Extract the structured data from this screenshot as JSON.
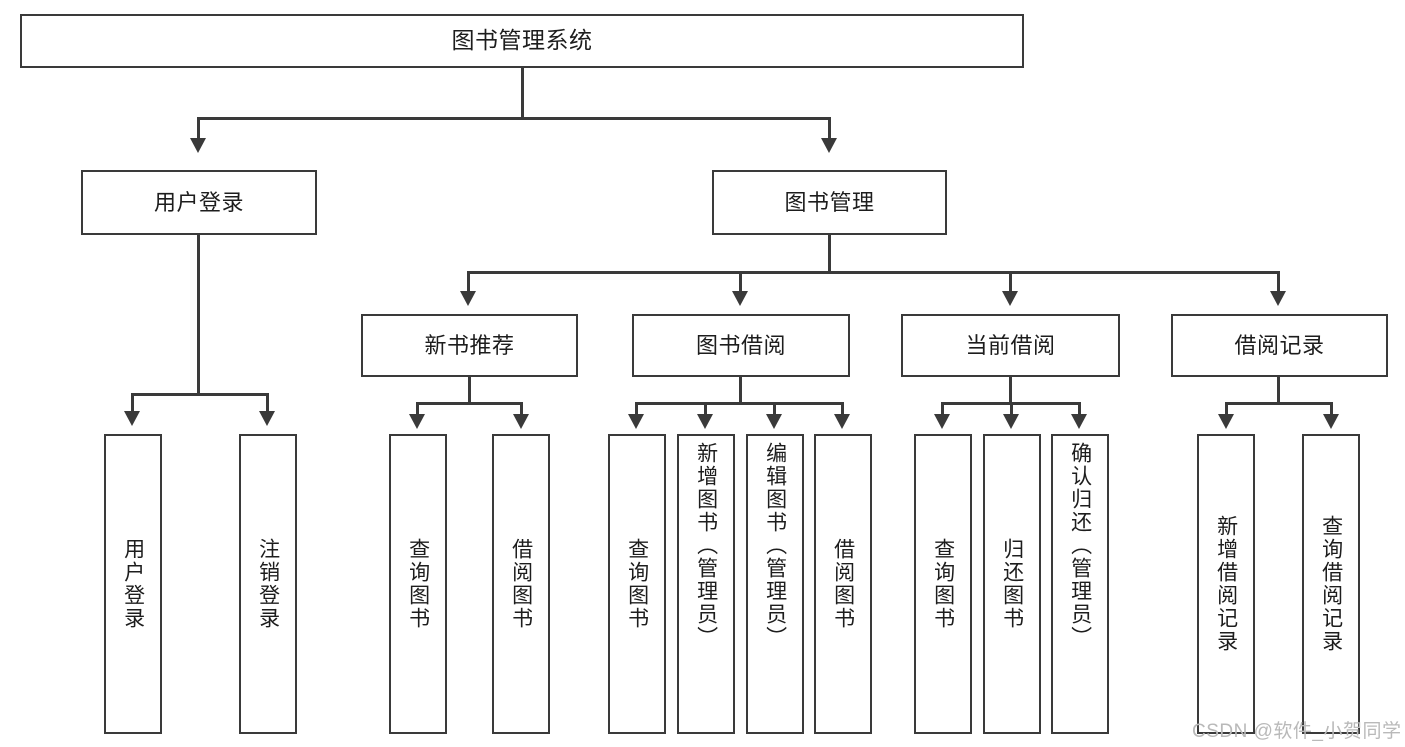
{
  "diagram": {
    "type": "tree-hierarchy",
    "title": "图书管理系统",
    "root": {
      "label": "图书管理系统"
    },
    "level1": [
      {
        "label": "用户登录"
      },
      {
        "label": "图书管理"
      }
    ],
    "level2": [
      {
        "label": "新书推荐"
      },
      {
        "label": "图书借阅"
      },
      {
        "label": "当前借阅"
      },
      {
        "label": "借阅记录"
      }
    ],
    "leaves": {
      "user_login": [
        {
          "label": "用户登录"
        },
        {
          "label": "注销登录"
        }
      ],
      "new_book_recommend": [
        {
          "label": "查询图书"
        },
        {
          "label": "借阅图书"
        }
      ],
      "book_borrow": [
        {
          "label": "查询图书"
        },
        {
          "label": "新增图书（管理员）"
        },
        {
          "label": "编辑图书（管理员）"
        },
        {
          "label": "借阅图书"
        }
      ],
      "current_borrow": [
        {
          "label": "查询图书"
        },
        {
          "label": "归还图书"
        },
        {
          "label": "确认归还（管理员）"
        }
      ],
      "borrow_record": [
        {
          "label": "新增借阅记录"
        },
        {
          "label": "查询借阅记录"
        }
      ]
    }
  },
  "watermark": {
    "text": "CSDN @软件_小贺同学"
  },
  "colors": {
    "stroke": "#3a3a3a",
    "background": "#ffffff",
    "text": "#1d1d1d",
    "watermark": "#b9b9b9"
  }
}
